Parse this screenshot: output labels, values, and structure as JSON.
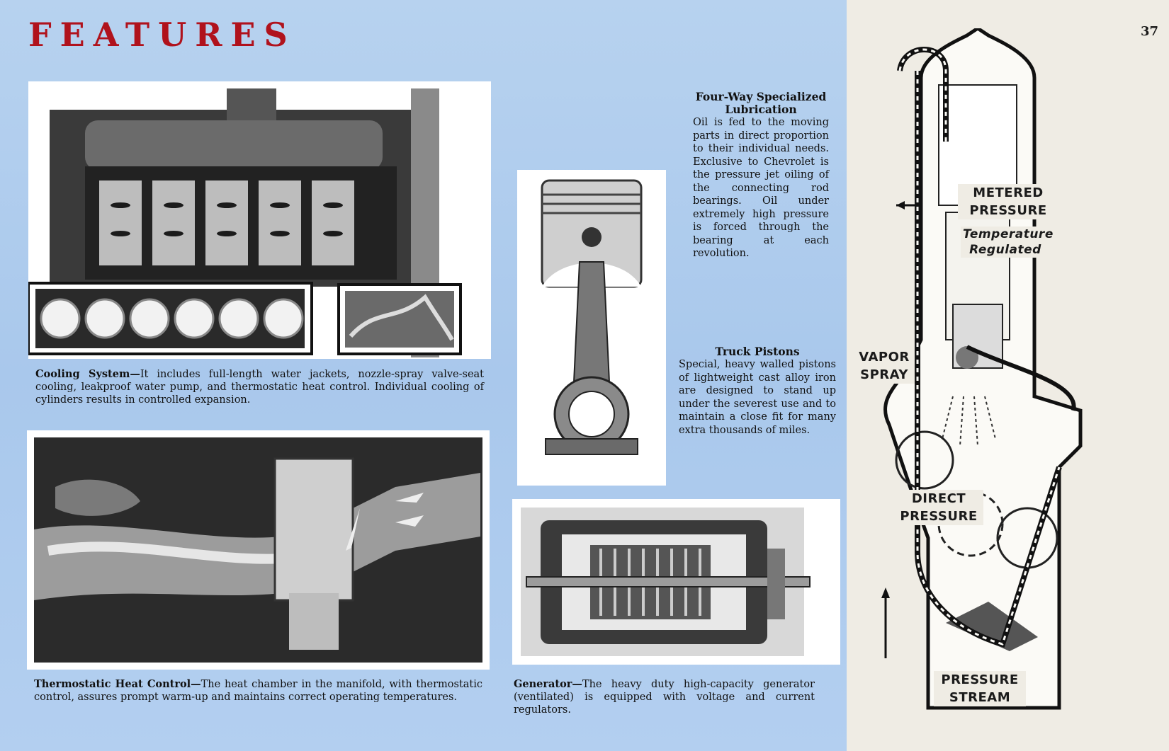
{
  "page": {
    "title": "FEATURES",
    "page_number": "37"
  },
  "captions": {
    "cooling": {
      "head": "Cooling System—",
      "text": "It includes full-length water jackets, nozzle-spray valve-seat cooling, leakproof water pump, and thermostatic heat control. Individual cooling of cylinders results in controlled expansion."
    },
    "heat": {
      "head": "Thermostatic Heat Control—",
      "text": "The heat chamber in the manifold, with thermostatic control, assures prompt warm-up and maintains correct operating temperatures."
    },
    "generator": {
      "head": "Generator—",
      "text": "The heavy duty high-capacity generator (ventilated) is equipped with voltage and current regulators."
    }
  },
  "sidebars": {
    "lubrication": {
      "head": "Four-Way Specialized Lubrication",
      "text": "Oil is fed to the moving parts in direct proportion to their individual needs. Exclusive to Chevrolet is the pressure jet oiling of the connecting rod bearings. Oil under extremely high pressure is forced through the bearing at each revolution."
    },
    "pistons": {
      "head": "Truck Pistons",
      "text": "Special, heavy walled pistons of lightweight cast alloy iron are designed to stand up under the severest use and to maintain a close fit for many extra thousands of miles."
    }
  },
  "diagram_labels": {
    "metered": "METERED PRESSURE",
    "temperature": "Temperature Regulated",
    "vapor": "VAPOR SPRAY",
    "direct": "DIRECT PRESSURE",
    "stream": "PRESSURE STREAM"
  },
  "colors": {
    "title_red": "#b0121c",
    "panel_blue": "#aecbed",
    "paper": "#efece4"
  }
}
